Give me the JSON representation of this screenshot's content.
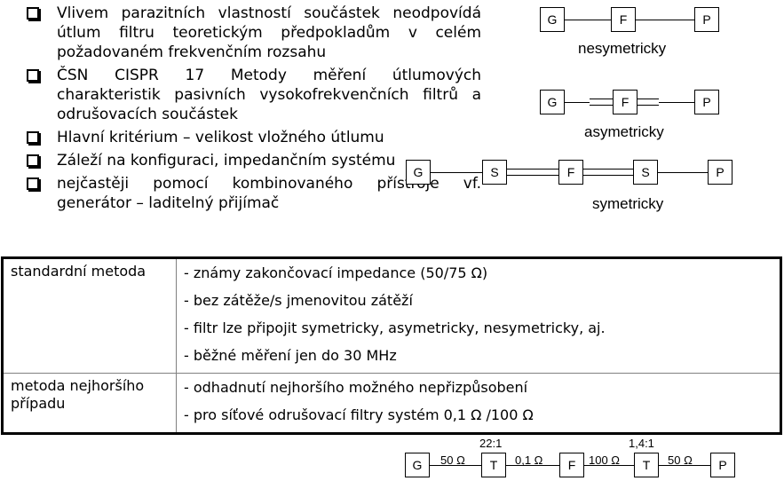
{
  "bullets": [
    "Vlivem parazitních vlastností součástek neodpovídá útlum filtru teoretickým předpokladům v celém požadovaném frekvenčním rozsahu",
    "ČSN CISPR 17 Metody měření útlumových charakteristik pasivních vysokofrekvenčních filtrů a odrušovacích součástek",
    "Hlavní kritérium – velikost vložného útlumu",
    "Záleží na konfiguraci, impedančním systému",
    "nejčastěji pomocí kombinovaného přístroje vf. generátor – laditelný přijímač"
  ],
  "diagrams": {
    "nonsymmetric": {
      "nodes": [
        "G",
        "F",
        "P"
      ],
      "caption": "nesymetricky"
    },
    "asymmetric": {
      "nodes": [
        "G",
        "F",
        "P"
      ],
      "caption": "asymetricky"
    },
    "symmetric": {
      "nodes": [
        "G",
        "S",
        "F",
        "S",
        "P"
      ],
      "caption": "symetricky"
    }
  },
  "table": {
    "rows": [
      {
        "method": "standardní metoda",
        "items": [
          "- známy zakončovací impedance (50/75 Ω)",
          "- bez zátěže/s jmenovitou zátěží",
          "- filtr lze připojit symetricky, asymetricky, nesymetricky, aj.",
          "- běžné měření jen do 30 MHz"
        ]
      },
      {
        "method": "metoda nejhoršího případu",
        "items": [
          "- odhadnutí nejhoršího možného nepřizpůsobení",
          "- pro síťové odrušovací filtry systém 0,1 Ω /100 Ω"
        ]
      }
    ]
  },
  "chain": {
    "nodes": [
      "G",
      "T",
      "F",
      "T",
      "P"
    ],
    "segments": [
      "50 Ω",
      "0,1 Ω",
      "100 Ω",
      "50 Ω"
    ],
    "ratios": [
      "22:1",
      "1,4:1"
    ]
  }
}
